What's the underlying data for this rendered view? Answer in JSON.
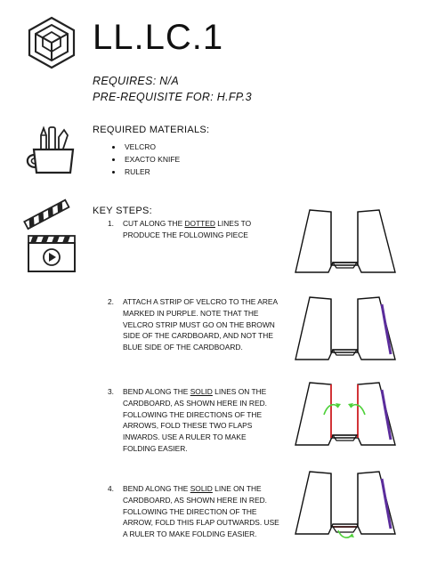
{
  "header": {
    "title": "LL.LC.1",
    "requires": "REQUIRES: N/A",
    "prerequisite_for": "PRE-REQUISITE FOR: H.FP.3"
  },
  "materials": {
    "heading": "REQUIRED MATERIALS:",
    "items": [
      "VELCRO",
      "EXACTO KNIFE",
      "RULER"
    ]
  },
  "key_steps": {
    "heading": "KEY STEPS:",
    "steps": [
      {
        "number": "1.",
        "pre": "CUT ALONG THE ",
        "emph": "DOTTED",
        "post": " LINES TO PRODUCE THE FOLLOWING PIECE"
      },
      {
        "number": "2.",
        "pre": "ATTACH A STRIP OF VELCRO TO THE AREA MARKED IN PURPLE. NOTE THAT THE VELCRO STRIP MUST GO ON THE BROWN SIDE OF THE CARDBOARD, AND NOT THE BLUE SIDE OF THE CARDBOARD.",
        "emph": "",
        "post": ""
      },
      {
        "number": "3.",
        "pre": "BEND ALONG THE ",
        "emph": "SOLID",
        "post": " LINES ON THE CARDBOARD, AS SHOWN HERE IN RED. FOLLOWING THE DIRECTIONS OF THE ARROWS, FOLD THESE TWO FLAPS INWARDS. USE A RULER TO MAKE FOLDING EASIER."
      },
      {
        "number": "4.",
        "pre": "BEND ALONG THE ",
        "emph": "SOLID",
        "post": " LINE ON THE CARDBOARD, AS SHOWN HERE IN RED. FOLLOWING THE DIRECTION OF THE ARROW, FOLD THIS FLAP OUTWARDS. USE A RULER TO MAKE FOLDING EASIER."
      }
    ]
  },
  "icons": {
    "logo": "cube-logo-icon",
    "materials": "pencil-cup-icon",
    "steps": "clapperboard-icon"
  },
  "colors": {
    "text": "#111111",
    "velcro": "#5b2d9c",
    "fold_line": "#e0191f",
    "arrow": "#4fd13a"
  }
}
